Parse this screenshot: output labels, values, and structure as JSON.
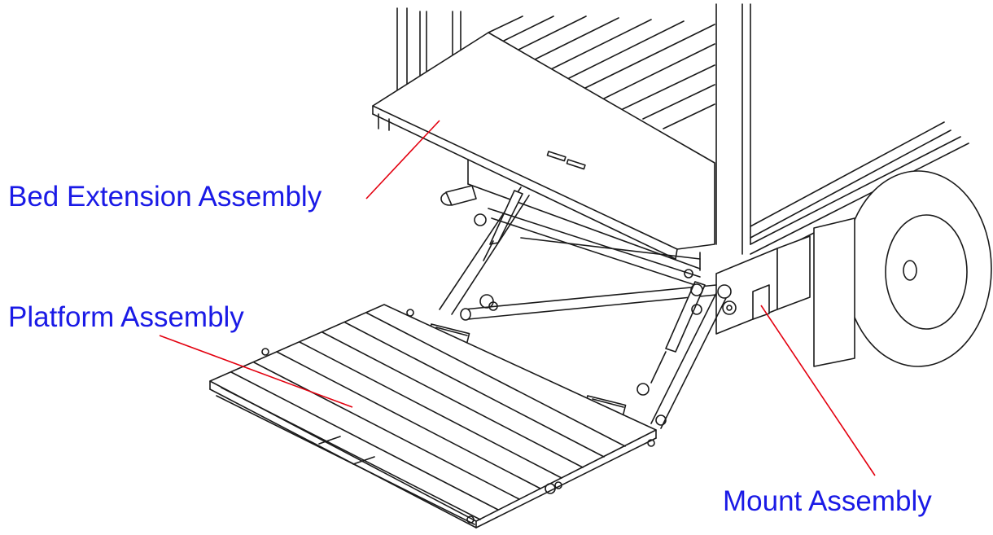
{
  "callouts": {
    "bed_extension": "Bed Extension Assembly",
    "platform": "Platform Assembly",
    "mount": "Mount Assembly"
  },
  "colors": {
    "label": "#1a1ae6",
    "leader": "#e3000f",
    "line": "#1a1a1a"
  }
}
